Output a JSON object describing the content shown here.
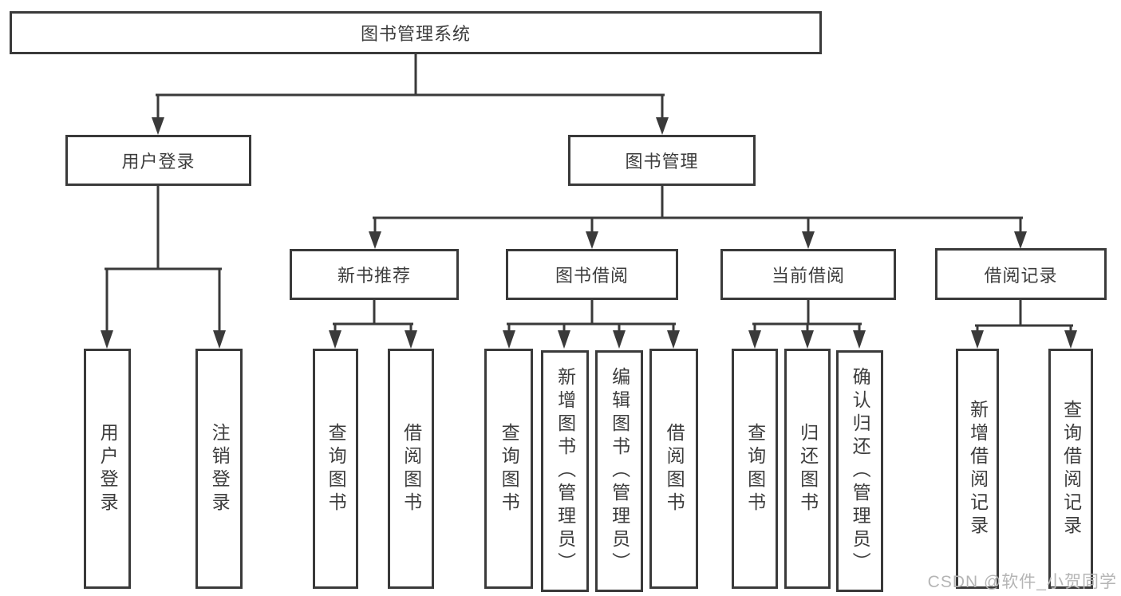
{
  "diagram": {
    "root": {
      "label": "图书管理系统"
    },
    "user_branch": {
      "label": "用户登录",
      "children": [
        {
          "label": "用户登录"
        },
        {
          "label": "注销登录"
        }
      ]
    },
    "management_branch": {
      "label": "图书管理",
      "groups": [
        {
          "label": "新书推荐",
          "children": [
            {
              "label": "查询图书"
            },
            {
              "label": "借阅图书"
            }
          ]
        },
        {
          "label": "图书借阅",
          "children": [
            {
              "label": "查询图书"
            },
            {
              "label": "新增图书（管理员）"
            },
            {
              "label": "编辑图书（管理员）"
            },
            {
              "label": "借阅图书"
            }
          ]
        },
        {
          "label": "当前借阅",
          "children": [
            {
              "label": "查询图书"
            },
            {
              "label": "归还图书"
            },
            {
              "label": "确认归还（管理员）"
            }
          ]
        },
        {
          "label": "借阅记录",
          "children": [
            {
              "label": "新增借阅记录"
            },
            {
              "label": "查询借阅记录"
            }
          ]
        }
      ]
    }
  },
  "watermark": {
    "label": "CSDN @软件_小贺同学"
  },
  "colors": {
    "line": "#3a3a3a",
    "text": "#3d3d3d",
    "watermark_text": "#b5b5b5",
    "background": "#ffffff"
  }
}
